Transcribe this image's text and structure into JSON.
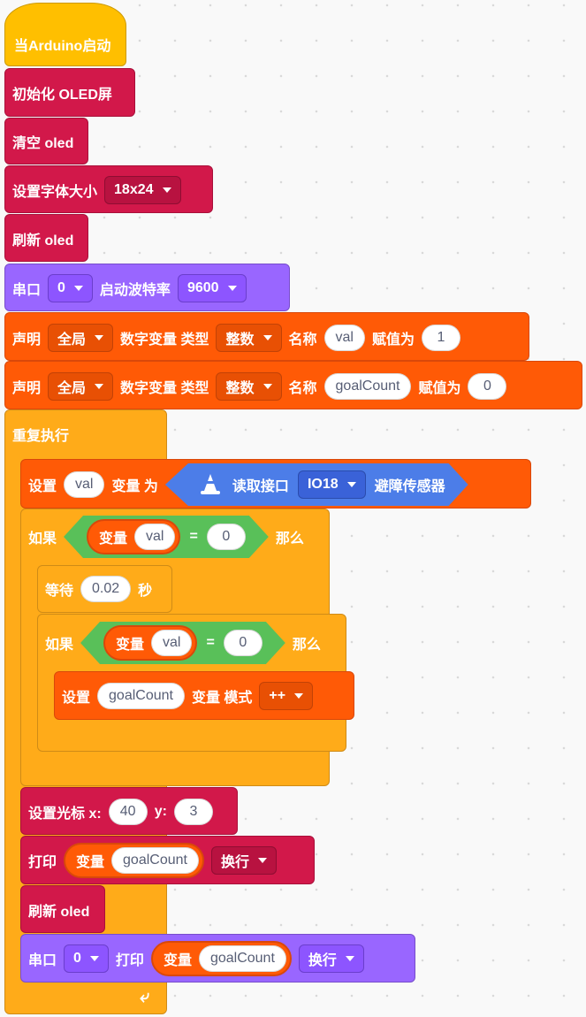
{
  "hat": {
    "label": "当Arduino启动"
  },
  "oled_init": {
    "label": "初始化 OLED屏"
  },
  "oled_clear": {
    "label": "清空 oled"
  },
  "font_size": {
    "label": "设置字体大小",
    "value": "18x24"
  },
  "oled_refresh1": {
    "label": "刷新 oled"
  },
  "serial_begin": {
    "label": "串口",
    "port": "0",
    "baud_label": "启动波特率",
    "baud": "9600"
  },
  "decl1": {
    "label": "声明",
    "scope": "全局",
    "kind": "数字变量 类型",
    "type": "整数",
    "name_label": "名称",
    "name": "val",
    "assign_label": "赋值为",
    "value": "1"
  },
  "decl2": {
    "label": "声明",
    "scope": "全局",
    "kind": "数字变量 类型",
    "type": "整数",
    "name_label": "名称",
    "name": "goalCount",
    "assign_label": "赋值为",
    "value": "0"
  },
  "forever": {
    "label": "重复执行",
    "loop_icon": "loop-arrow-icon"
  },
  "set_val": {
    "label": "设置",
    "var": "val",
    "mid": "变量 为",
    "sensor_label": "读取接口",
    "port": "IO18",
    "sensor_name": "避障传感器"
  },
  "if1": {
    "label": "如果",
    "then": "那么",
    "var_label": "变量",
    "var": "val",
    "op": "=",
    "value": "0"
  },
  "wait": {
    "label": "等待",
    "value": "0.02",
    "unit": "秒"
  },
  "if2": {
    "label": "如果",
    "then": "那么",
    "var_label": "变量",
    "var": "val",
    "op": "=",
    "value": "0"
  },
  "set_goal": {
    "label": "设置",
    "var": "goalCount",
    "mid": "变量 模式",
    "mode": "++"
  },
  "cursor": {
    "label": "设置光标 x:",
    "x": "40",
    "y_label": "y:",
    "y": "3"
  },
  "print": {
    "label": "打印",
    "var_label": "变量",
    "var": "goalCount",
    "newline": "换行"
  },
  "oled_refresh2": {
    "label": "刷新 oled"
  },
  "serial_print": {
    "label": "串口",
    "port": "0",
    "print_label": "打印",
    "var_label": "变量",
    "var": "goalCount",
    "newline": "换行"
  },
  "colors": {
    "event": "#ffbf00",
    "oled": "#d2184a",
    "serial": "#9966ff",
    "variable": "#ff5a06",
    "control": "#ffab19",
    "operator": "#59c059",
    "sensor": "#4c7de8"
  }
}
